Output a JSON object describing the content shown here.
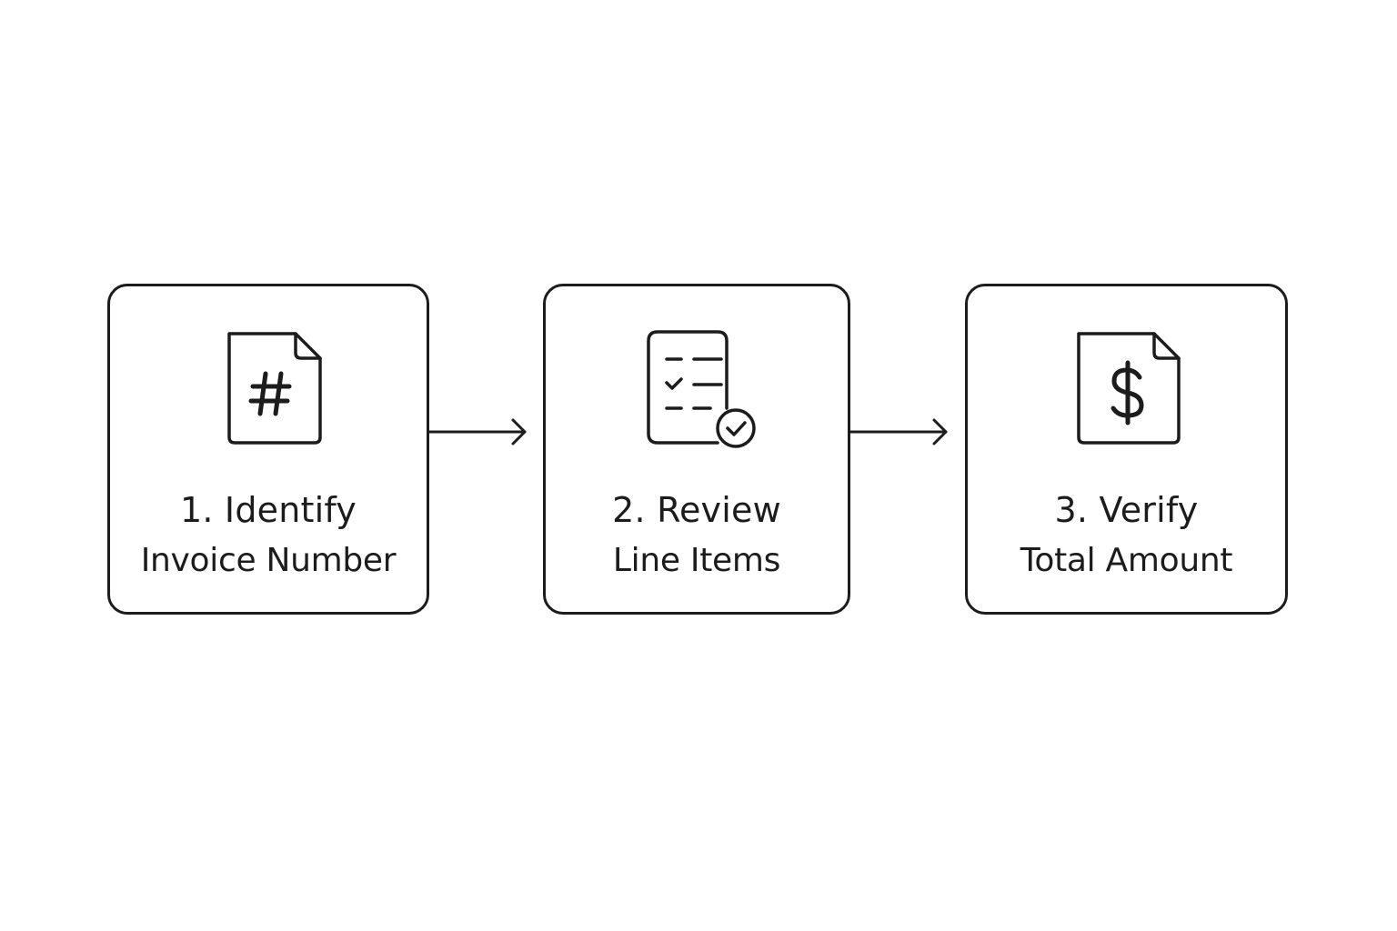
{
  "diagram": {
    "steps": [
      {
        "icon": "invoice-number-document-icon",
        "label_line_1": "1. Identify",
        "label_line_2": "Invoice Number"
      },
      {
        "icon": "checklist-line-items-icon",
        "label_line_1": "2. Review",
        "label_line_2": "Line Items"
      },
      {
        "icon": "invoice-dollar-document-icon",
        "label_line_1": "3. Verify",
        "label_line_2": "Total Amount"
      }
    ],
    "connectors": [
      "arrow-right-icon",
      "arrow-right-icon"
    ],
    "colors": {
      "stroke": "#1c1c1c",
      "background": "#ffffff"
    }
  }
}
